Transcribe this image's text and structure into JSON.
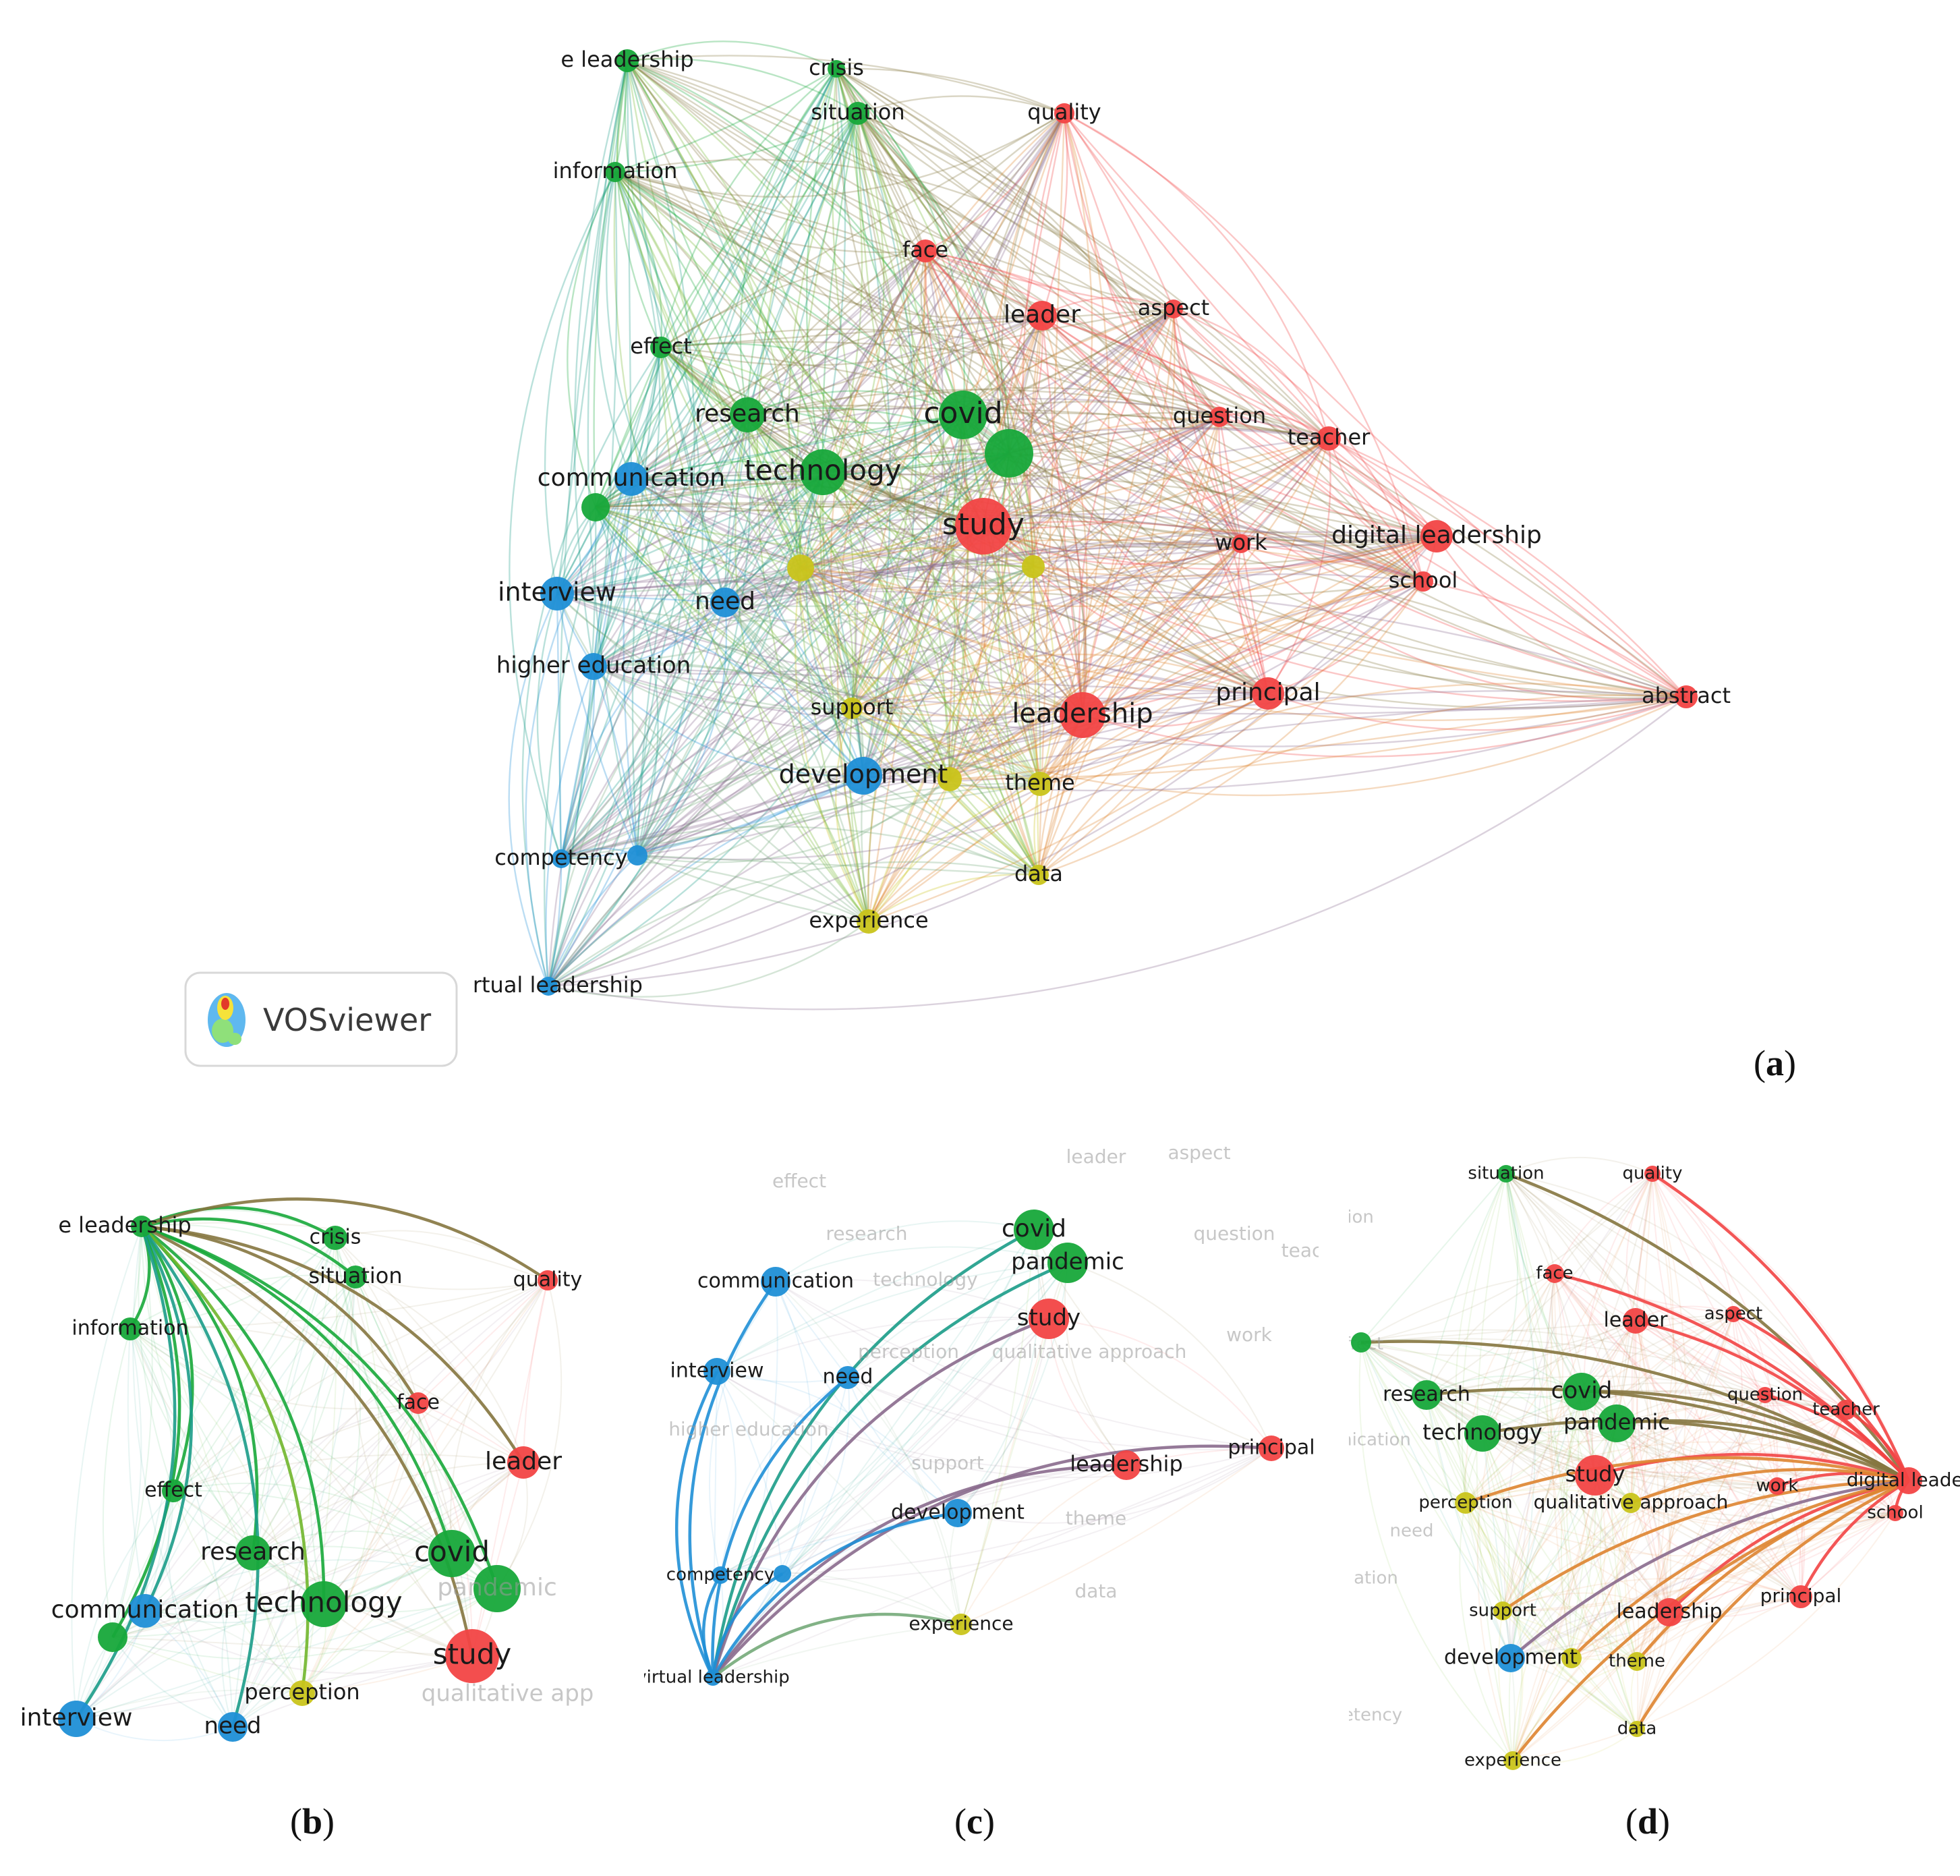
{
  "colors": {
    "red": "#f24444",
    "green": "#17a83a",
    "blue": "#1f8fd6",
    "yellow": "#c9c41b",
    "purple": "#9b7fb6"
  },
  "logo": {
    "text": "VOSviewer",
    "icon": "vosviewer-density-icon"
  },
  "panels": [
    {
      "id": "a",
      "label": "a",
      "nodes": [
        {
          "id": "e_leadership",
          "label": "e leadership",
          "c": "green"
        },
        {
          "id": "crisis",
          "label": "crisis",
          "c": "green"
        },
        {
          "id": "situation",
          "label": "situation",
          "c": "green"
        },
        {
          "id": "quality",
          "label": "quality",
          "c": "red"
        },
        {
          "id": "information",
          "label": "information",
          "c": "green"
        },
        {
          "id": "face",
          "label": "face",
          "c": "red"
        },
        {
          "id": "leader",
          "label": "leader",
          "c": "red"
        },
        {
          "id": "aspect",
          "label": "aspect",
          "c": "red"
        },
        {
          "id": "effect",
          "label": "effect",
          "c": "green"
        },
        {
          "id": "research",
          "label": "research",
          "c": "green"
        },
        {
          "id": "covid",
          "label": "covid",
          "c": "green"
        },
        {
          "id": "pandemic",
          "label": "",
          "c": "green"
        },
        {
          "id": "question",
          "label": "question",
          "c": "red"
        },
        {
          "id": "teacher",
          "label": "teacher",
          "c": "red"
        },
        {
          "id": "communication",
          "label": "communication",
          "c": "blue"
        },
        {
          "id": "gnode",
          "label": "",
          "c": "green"
        },
        {
          "id": "technology",
          "label": "technology",
          "c": "green"
        },
        {
          "id": "study",
          "label": "study",
          "c": "red"
        },
        {
          "id": "digital_leadership",
          "label": "digital leadership",
          "c": "red"
        },
        {
          "id": "work",
          "label": "work",
          "c": "red"
        },
        {
          "id": "perception",
          "label": "",
          "c": "yellow"
        },
        {
          "id": "qualitative",
          "label": "",
          "c": "yellow"
        },
        {
          "id": "school",
          "label": "school",
          "c": "red"
        },
        {
          "id": "interview",
          "label": "interview",
          "c": "blue"
        },
        {
          "id": "need",
          "label": "need",
          "c": "blue"
        },
        {
          "id": "higher_education",
          "label": "higher education",
          "c": "blue"
        },
        {
          "id": "principal",
          "label": "principal",
          "c": "red"
        },
        {
          "id": "abstract",
          "label": "abstract",
          "c": "red"
        },
        {
          "id": "support",
          "label": "support",
          "c": "yellow"
        },
        {
          "id": "leadership",
          "label": "leadership",
          "c": "red"
        },
        {
          "id": "development",
          "label": "development",
          "c": "blue"
        },
        {
          "id": "dev_y",
          "label": "",
          "c": "yellow"
        },
        {
          "id": "theme",
          "label": "theme",
          "c": "yellow"
        },
        {
          "id": "competency",
          "label": "competency",
          "c": "blue"
        },
        {
          "id": "comp2",
          "label": "",
          "c": "blue"
        },
        {
          "id": "data",
          "label": "data",
          "c": "yellow"
        },
        {
          "id": "experience",
          "label": "experience",
          "c": "yellow"
        },
        {
          "id": "virtual_leadership",
          "label": "virtual leadership",
          "c": "blue"
        }
      ]
    },
    {
      "id": "b",
      "label": "b",
      "nodes": [
        {
          "id": "e_leadership",
          "label": "e leadership",
          "c": "green"
        },
        {
          "id": "crisis",
          "label": "crisis",
          "c": "green"
        },
        {
          "id": "situation",
          "label": "situation",
          "c": "green"
        },
        {
          "id": "quality",
          "label": "quality",
          "c": "red"
        },
        {
          "id": "information",
          "label": "information",
          "c": "green"
        },
        {
          "id": "face",
          "label": "face",
          "c": "red"
        },
        {
          "id": "leader",
          "label": "leader",
          "c": "red"
        },
        {
          "id": "effect",
          "label": "effect",
          "c": "green"
        },
        {
          "id": "research",
          "label": "research",
          "c": "green"
        },
        {
          "id": "covid",
          "label": "covid",
          "c": "green"
        },
        {
          "id": "pandemic",
          "label": "pandemic",
          "c": "green",
          "faint": true
        },
        {
          "id": "communication",
          "label": "communication",
          "c": "blue"
        },
        {
          "id": "gnode",
          "label": "",
          "c": "green"
        },
        {
          "id": "technology",
          "label": "technology",
          "c": "green"
        },
        {
          "id": "study",
          "label": "study",
          "c": "red"
        },
        {
          "id": "perception",
          "label": "perception",
          "c": "yellow"
        },
        {
          "id": "qualitative",
          "label": "qualitative approa",
          "c": "yellow",
          "faint": true,
          "nodot": true
        },
        {
          "id": "interview",
          "label": "interview",
          "c": "blue"
        },
        {
          "id": "need",
          "label": "need",
          "c": "blue"
        }
      ]
    },
    {
      "id": "c",
      "label": "c",
      "faint_labels": [
        "leader",
        "aspect",
        "effect",
        "research",
        "technology",
        "question",
        "teac",
        "perception",
        "qualitative approach",
        "work",
        "higher education",
        "support",
        "theme",
        "data"
      ],
      "nodes": [
        {
          "id": "communication",
          "label": "communication",
          "c": "blue"
        },
        {
          "id": "covid",
          "label": "covid",
          "c": "green"
        },
        {
          "id": "pandemic",
          "label": "pandemic",
          "c": "green"
        },
        {
          "id": "study",
          "label": "study",
          "c": "red"
        },
        {
          "id": "interview",
          "label": "interview",
          "c": "blue"
        },
        {
          "id": "need",
          "label": "need",
          "c": "blue"
        },
        {
          "id": "leadership",
          "label": "leadership",
          "c": "red"
        },
        {
          "id": "principal",
          "label": "principal",
          "c": "red"
        },
        {
          "id": "development",
          "label": "development",
          "c": "blue"
        },
        {
          "id": "competency",
          "label": "competency",
          "c": "blue"
        },
        {
          "id": "comp2",
          "label": "",
          "c": "blue"
        },
        {
          "id": "experience",
          "label": "experience",
          "c": "yellow"
        },
        {
          "id": "virtual_leadership",
          "label": "virtual leadership",
          "c": "blue"
        }
      ]
    },
    {
      "id": "d",
      "label": "d",
      "faint_labels": [
        "tion",
        "ffect",
        "nication",
        "need",
        "ation",
        "etency"
      ],
      "nodes": [
        {
          "id": "situation",
          "label": "situation",
          "c": "green"
        },
        {
          "id": "quality",
          "label": "quality",
          "c": "red"
        },
        {
          "id": "face",
          "label": "face",
          "c": "red"
        },
        {
          "id": "leader",
          "label": "leader",
          "c": "red"
        },
        {
          "id": "aspect",
          "label": "aspect",
          "c": "red"
        },
        {
          "id": "effect",
          "label": "",
          "c": "green"
        },
        {
          "id": "research",
          "label": "research",
          "c": "green"
        },
        {
          "id": "covid",
          "label": "covid",
          "c": "green"
        },
        {
          "id": "pandemic",
          "label": "pandemic",
          "c": "green"
        },
        {
          "id": "question",
          "label": "question",
          "c": "red"
        },
        {
          "id": "teacher",
          "label": "teacher",
          "c": "red"
        },
        {
          "id": "technology",
          "label": "technology",
          "c": "green"
        },
        {
          "id": "study",
          "label": "study",
          "c": "red"
        },
        {
          "id": "work",
          "label": "work",
          "c": "red"
        },
        {
          "id": "digital_leadership",
          "label": "digital leader",
          "c": "red"
        },
        {
          "id": "school",
          "label": "school",
          "c": "red"
        },
        {
          "id": "perception",
          "label": "perception",
          "c": "yellow"
        },
        {
          "id": "qualitative",
          "label": "qualitative approach",
          "c": "yellow"
        },
        {
          "id": "support",
          "label": "support",
          "c": "yellow"
        },
        {
          "id": "leadership",
          "label": "leadership",
          "c": "red"
        },
        {
          "id": "principal",
          "label": "principal",
          "c": "red"
        },
        {
          "id": "development",
          "label": "development",
          "c": "blue"
        },
        {
          "id": "dev_y",
          "label": "",
          "c": "yellow"
        },
        {
          "id": "theme",
          "label": "theme",
          "c": "yellow"
        },
        {
          "id": "data",
          "label": "data",
          "c": "yellow"
        },
        {
          "id": "experience",
          "label": "experience",
          "c": "yellow"
        }
      ]
    }
  ]
}
